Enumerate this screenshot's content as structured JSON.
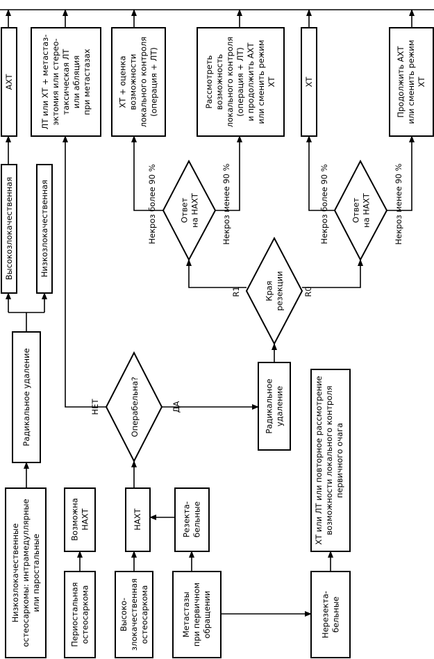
{
  "nodes": {
    "low_grade": {
      "lines": [
        "Низкозлокачественные",
        "остеосаркомы: интрамедуллярные",
        "или паростальные"
      ]
    },
    "periosteal": {
      "lines": [
        "Периостальная",
        "остеосаркома"
      ]
    },
    "high_grade": {
      "lines": [
        "Высоко-",
        "злокачественная",
        "остеосаркома"
      ]
    },
    "metastases": {
      "lines": [
        "Метастазы",
        "при первичном",
        "обращении"
      ]
    },
    "non_resectable": {
      "lines": [
        "Нерезекта-",
        "бельные"
      ]
    },
    "radical_1": {
      "lines": [
        "Радикальное удаление"
      ]
    },
    "nact_possible": {
      "lines": [
        "Возможна",
        "НАХТ"
      ]
    },
    "nact": {
      "lines": [
        "НАХТ"
      ]
    },
    "resectable": {
      "lines": [
        "Резекта-",
        "бельные"
      ]
    },
    "ct_lt_review": {
      "lines": [
        "ХТ или ЛТ или повторное рассмотрение",
        "возможности локального контроля",
        "первичного очага"
      ]
    },
    "high_malignant": {
      "lines": [
        "Высокозлокачественная"
      ]
    },
    "low_malignant": {
      "lines": [
        "Низкозлокачественная"
      ]
    },
    "operable": {
      "lines": [
        "Операбельна?"
      ]
    },
    "radical_2": {
      "lines": [
        "Радикальное",
        "удаление"
      ]
    },
    "margins": {
      "lines": [
        "Края",
        "резекции"
      ]
    },
    "response_1": {
      "lines": [
        "Ответ",
        "на НАХТ"
      ]
    },
    "response_2": {
      "lines": [
        "Ответ",
        "на НАХТ"
      ]
    },
    "act": {
      "lines": [
        "АХТ"
      ]
    },
    "lt_ct_mets": {
      "lines": [
        "ЛТ или ХТ + метастаз-",
        "эктомия или стерео-",
        "таксическая ЛТ",
        "или абляция",
        "при метастазах"
      ]
    },
    "ct_assess": {
      "lines": [
        "ХТ + оценка",
        "возможности",
        "локального контроля",
        "(операция + ЛТ)"
      ]
    },
    "consider_local": {
      "lines": [
        "Рассмотреть",
        "возможность",
        "локального контроля",
        "(операция + ЛТ)",
        "и продолжить АХТ",
        "или сменить режим",
        "ХТ"
      ]
    },
    "ct": {
      "lines": [
        "ХТ"
      ]
    },
    "continue_act": {
      "lines": [
        "Продолжить АХТ",
        "или сменить режим",
        "ХТ"
      ]
    }
  },
  "edge_labels": {
    "no": "НЕТ",
    "yes": "ДА",
    "r1": "R1",
    "r0": "R0",
    "necrosis_more_1": "Некроз более 90 %",
    "necrosis_less_1": "Некроз менее 90 %",
    "necrosis_more_2": "Некроз более 90 %",
    "necrosis_less_2": "Некроз менее 90 %"
  }
}
